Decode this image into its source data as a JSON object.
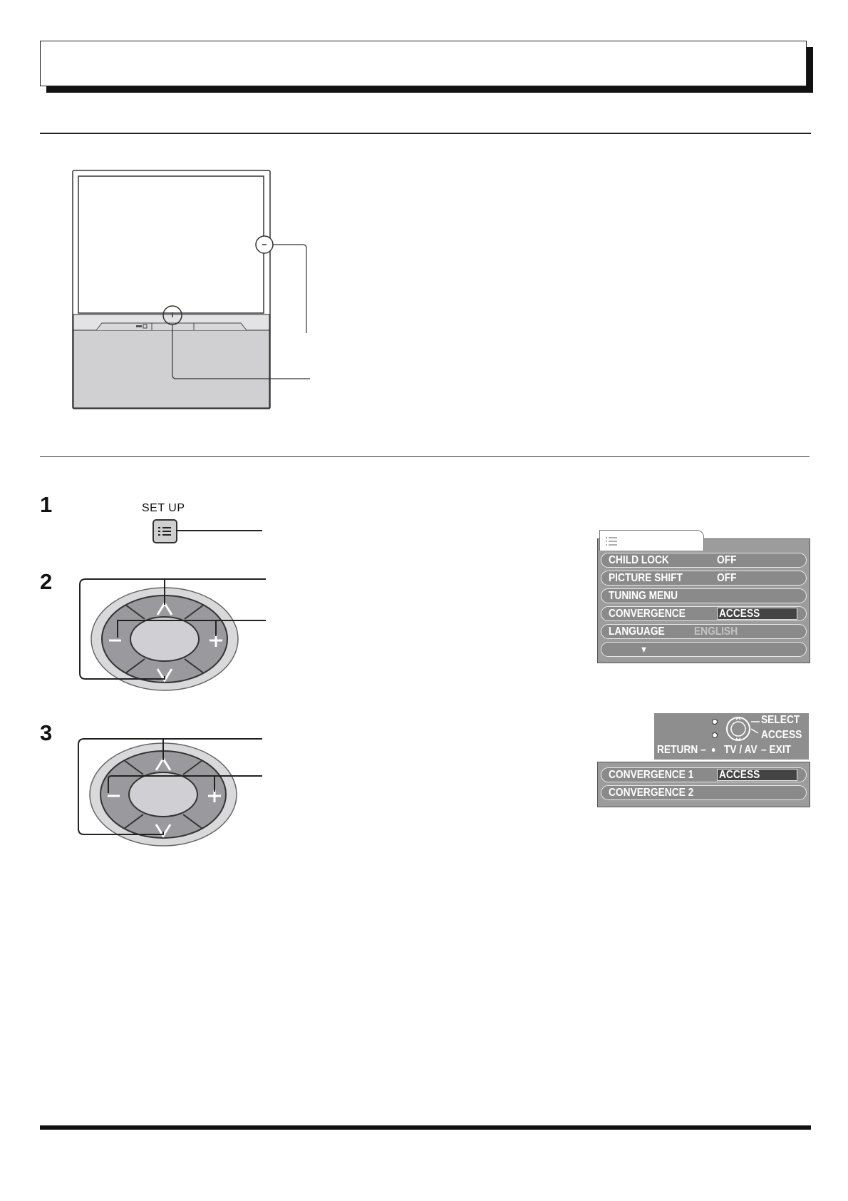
{
  "steps": [
    {
      "number": "1",
      "label": "SET UP"
    },
    {
      "number": "2"
    },
    {
      "number": "3"
    }
  ],
  "menu1": {
    "rows": [
      {
        "label": "CHILD  LOCK",
        "value": "OFF"
      },
      {
        "label": "PICTURE  SHIFT",
        "value": "OFF"
      },
      {
        "label": "TUNING MENU",
        "value": ""
      },
      {
        "label": "CONVERGENCE",
        "value": "ACCESS",
        "selected": true
      },
      {
        "label": "LANGUAGE",
        "value": "ENGLISH",
        "dimmed": true
      }
    ],
    "more_arrow": "▼"
  },
  "menu2": {
    "nav": {
      "select": "SELECT",
      "access": "ACCESS",
      "return": "RETURN –",
      "tvav": "TV / AV",
      "exit": "– EXIT"
    },
    "rows": [
      {
        "label": "CONVERGENCE  1",
        "value": "ACCESS"
      },
      {
        "label": "CONVERGENCE  2",
        "value": ""
      }
    ]
  },
  "icons": {
    "setup_button": "menu-list-icon",
    "dpad": "navigation-pad-icon",
    "up": "chevron-up-icon",
    "down": "chevron-down-icon",
    "minus": "minus-icon",
    "plus": "plus-icon",
    "joystick": "joystick-icon",
    "tv": "projection-tv-illustration"
  },
  "colors": {
    "osd_background": "#9c9c9c",
    "osd_row": "#8a8a8a",
    "osd_selected": "#444444",
    "ink": "#111111"
  }
}
